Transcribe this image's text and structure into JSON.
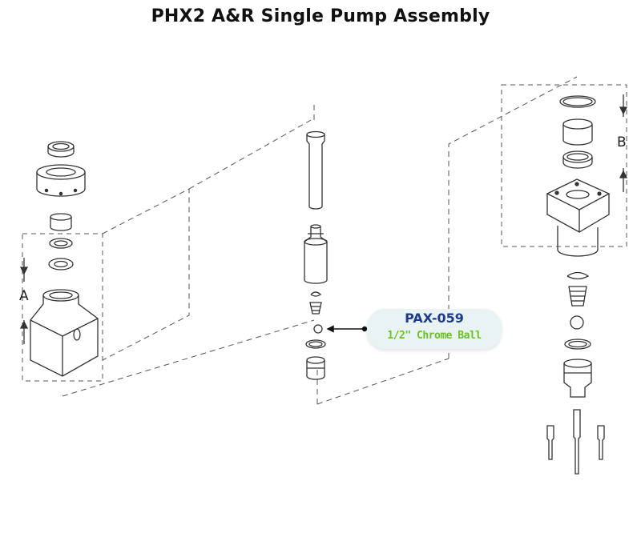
{
  "title": "PHX2 A&R Single Pump Assembly",
  "callout": {
    "part_number": "PAX-059",
    "description": "1/2\" Chrome Ball"
  },
  "dimension_labels": {
    "a": "A",
    "b": "B"
  },
  "colors": {
    "part_number": "#1f3c8a",
    "description": "#6cbf2a",
    "callout_bg": "#e9f3f3",
    "line_art": "#333333"
  }
}
